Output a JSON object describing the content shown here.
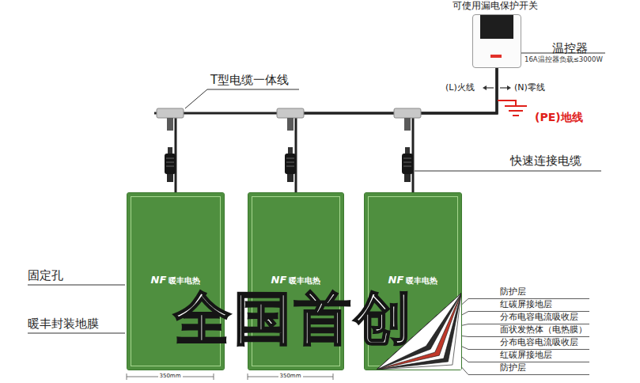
{
  "diagram": {
    "nodes": [
      {
        "text": [
          "温控器",
          "16A温控器负载≤3000W"
        ]
      },
      {
        "text": [
          "NF",
          "暖丰电热"
        ]
      },
      {
        "text": [
          "NF",
          "暖丰电热"
        ]
      },
      {
        "text": [
          "NF",
          "暖丰电热"
        ]
      }
    ],
    "edges": [
      {
        "from": 0,
        "to": 1,
        "arrow": "none"
      },
      {
        "from": 0,
        "to": 2,
        "arrow": "none"
      },
      {
        "from": 0,
        "to": 3,
        "arrow": "none"
      }
    ],
    "labels": [
      "可使用漏电保护开关",
      "(L)火线",
      "(N)零线",
      "(PE)地线",
      "T型电缆一体线",
      "快速连接电缆",
      "固定孔",
      "暖丰封装地膜",
      "全国首创",
      "防护层",
      "红碳屏接地层",
      "分布电容电流吸收层",
      "面状发热体（电热膜）",
      "分布电容电流吸收层",
      "红碳屏接地层",
      "防护层",
      "350mm",
      "350mm"
    ]
  }
}
